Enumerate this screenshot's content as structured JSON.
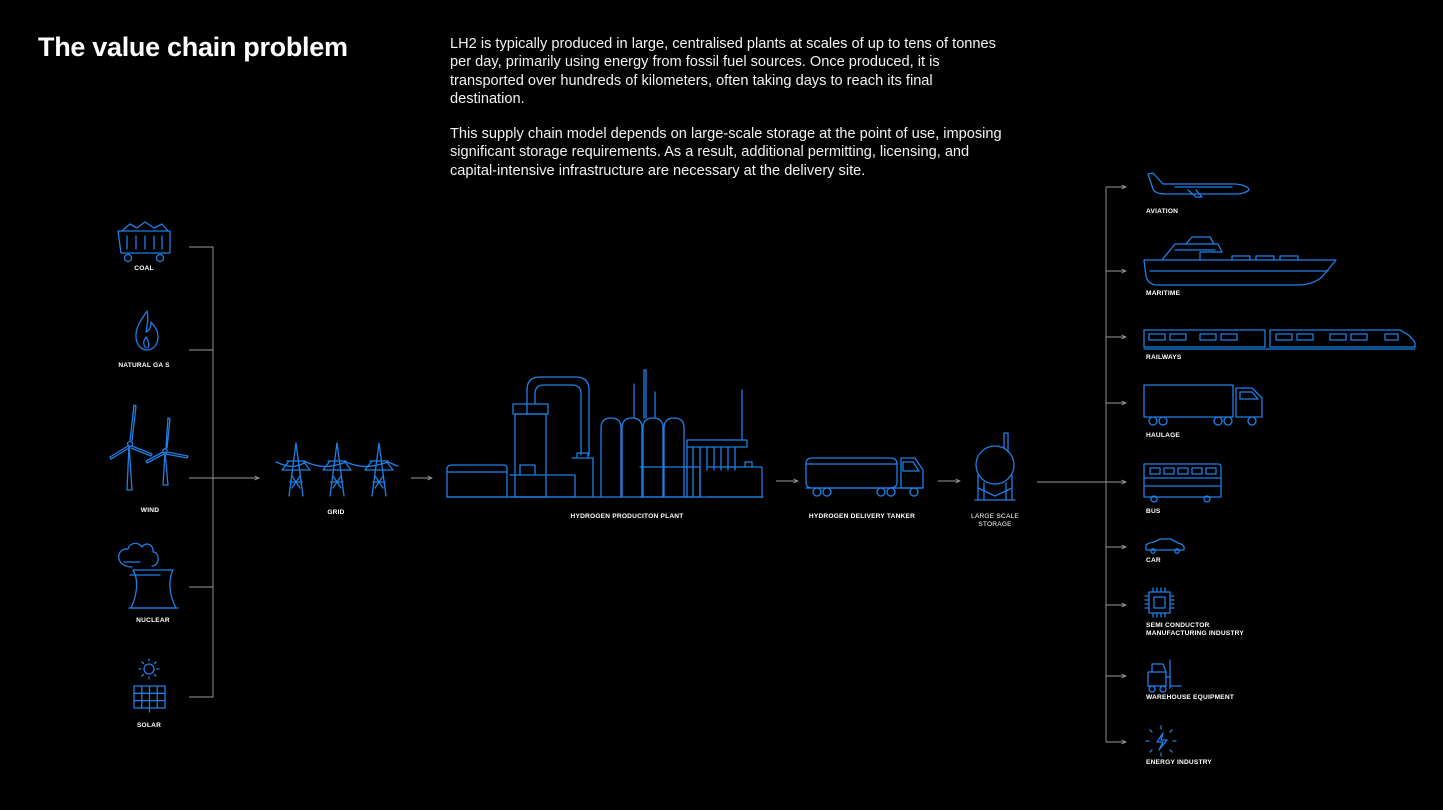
{
  "title": "The value chain problem",
  "paragraphs": [
    "LH2 is typically produced in large, centralised plants at scales of up to tens of tonnes per day, primarily using energy from fossil fuel sources. Once produced, it is transported over hundreds of kilometers, often taking days to reach its final destination.",
    "This supply chain model depends on large-scale storage at the point of use, imposing significant storage requirements. As a result, additional permitting, licensing, and capital-intensive infrastructure are necessary at the delivery site."
  ],
  "sources": [
    "COAL",
    "NATURAL GA S",
    "WIND",
    "NUCLEAR",
    "SOLAR"
  ],
  "chain": {
    "grid": "GRID",
    "plant": "HYDROGEN PRODUCITON PLANT",
    "tanker": "HYDROGEN DELIVERY TANKER",
    "storage_1": "LARGE SCALE",
    "storage_2": "STORAGE"
  },
  "uses": {
    "aviation": "AVIATION",
    "maritime": "MARITIME",
    "railways": "RAILWAYS",
    "haulage": "HAULAGE",
    "bus": "BUS",
    "car": "CAR",
    "semi_1": "SEMI CONDUCTOR",
    "semi_2": "MANUFACTURING INDUSTRY",
    "warehouse": "WAREHOUSE EQUIPMENT",
    "energy": "ENERGY INDUSTRY"
  },
  "colors": {
    "accent": "#1e7fe6",
    "background": "#000000",
    "line": "#9a9a9a"
  }
}
